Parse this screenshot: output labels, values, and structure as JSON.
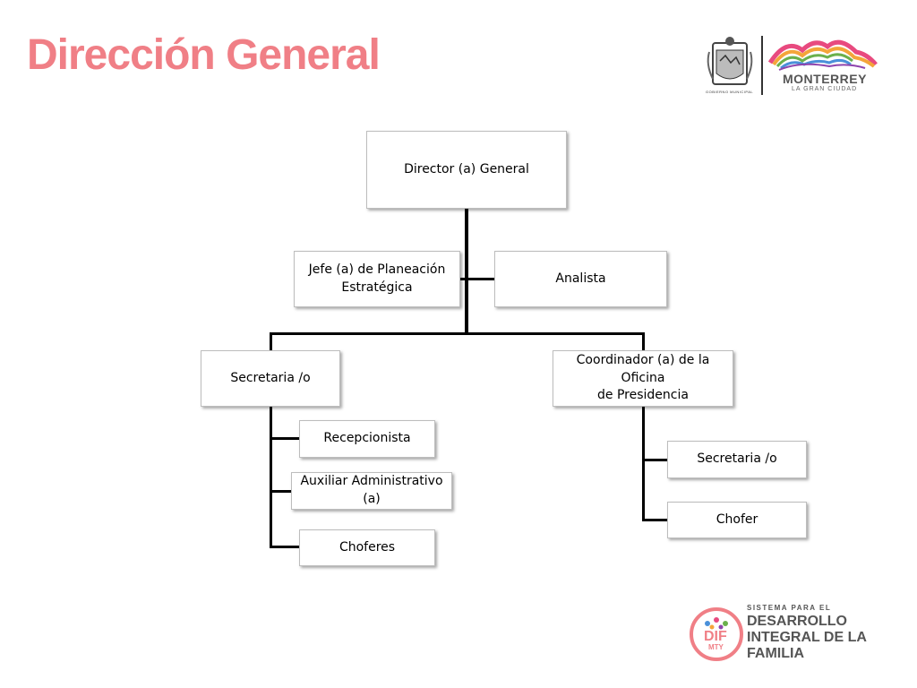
{
  "title": "Dirección General",
  "nodes": {
    "director": "Director (a) General",
    "jefe": "Jefe (a) de Planeación\nEstratégica",
    "analista": "Analista",
    "secretaria_left": "Secretaria /o",
    "coordinador": "Coordinador (a) de la Oficina\nde Presidencia",
    "recepcionista": "Recepcionista",
    "auxiliar": "Auxiliar Administrativo\n(a)",
    "choferes": "Choferes",
    "secretaria_right": "Secretaria /o",
    "chofer": "Chofer"
  },
  "logos": {
    "monterrey": {
      "name": "MONTERREY",
      "tagline": "LA GRAN CIUDAD",
      "municipal": "GOBIERNO MUNICIPAL",
      "icon": "coat-of-arms-icon"
    },
    "dif": {
      "line1": "SISTEMA PARA EL",
      "line2": "DESARROLLO",
      "line3": "INTEGRAL DE LA",
      "line4": "FAMILIA",
      "badge": "DIF",
      "badge_sub": "MTY"
    }
  },
  "colors": {
    "title": "#f07f86",
    "dif_accent": "#f07f86",
    "connector": "#000000"
  }
}
